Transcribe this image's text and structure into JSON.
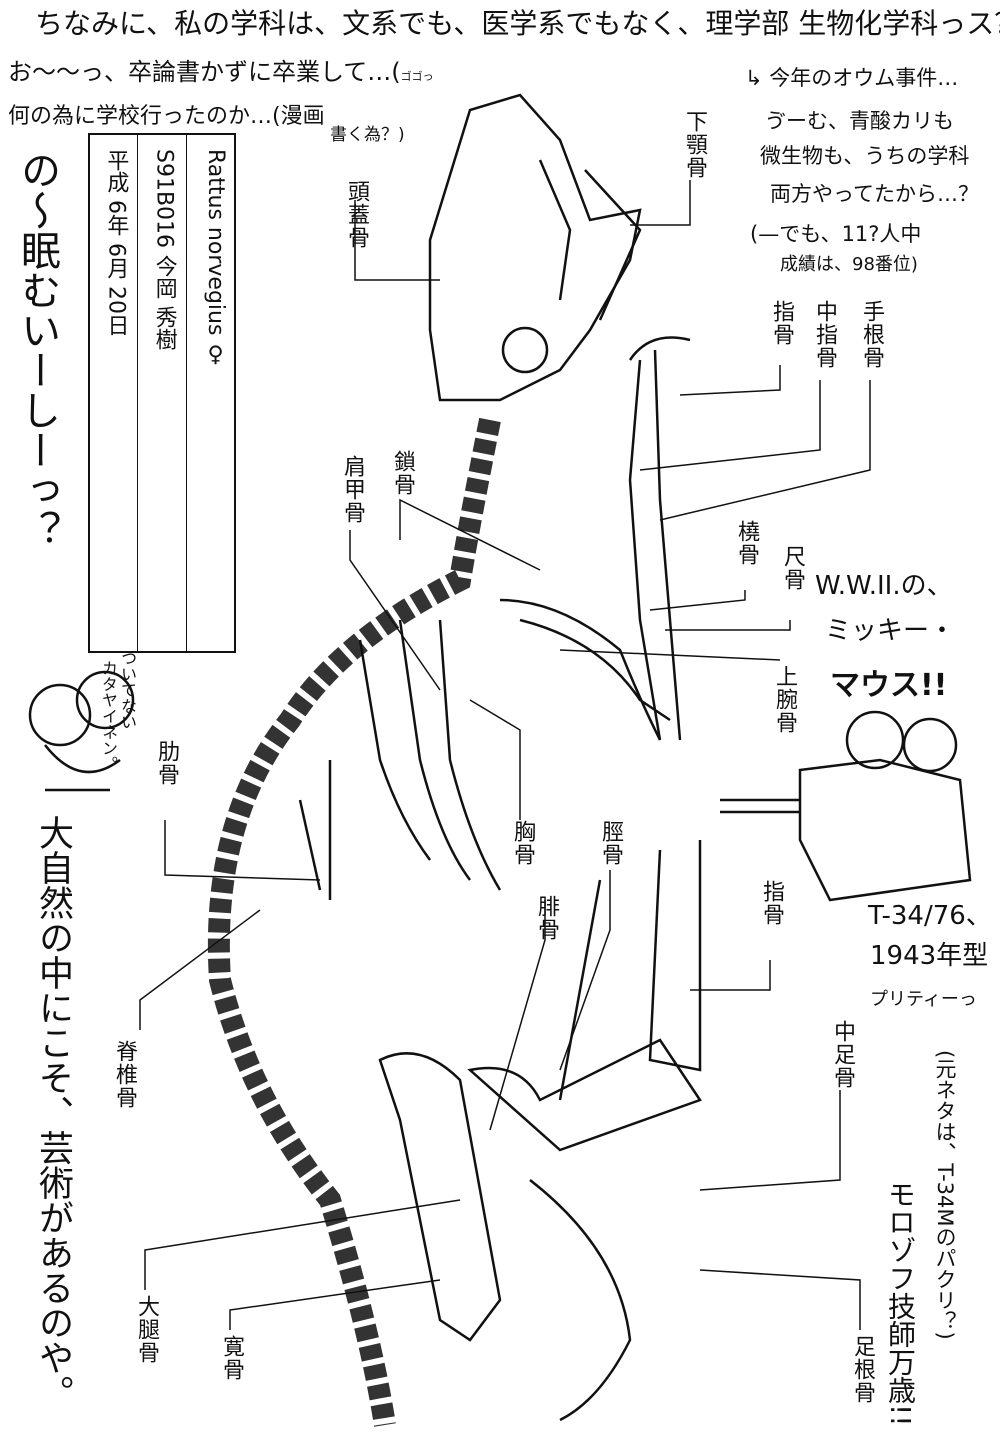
{
  "notes": {
    "top_line": "ちなみに、私の学科は、文系でも、医学系でもなく、理学部 生物化学科っス？",
    "line2": "お〜〜っ、卒論書かずに卒業して…(",
    "line2_small": "ゴゴっ",
    "line3": "何の為に学校行ったのか…(漫画",
    "line3b": "書く為？)",
    "aum": [
      "↳ 今年のオウム事件…",
      "ゔーむ、青酸カリも",
      "微生物も、うちの学科",
      "両方やってたから…？",
      "(—でも、11?人中",
      "成績は、98番位)"
    ],
    "sleepy": "の〜眠むいーしーっ？",
    "mouse_caption_1": "ついてない",
    "mouse_caption_2": "カタヤイネン。",
    "nature": "大自然の中にこそ、芸術があるのや。",
    "mickey": [
      "W.W.II.の、",
      "ミッキー・",
      "マウス!!"
    ],
    "tank": [
      "T-34/76、",
      "1943年型",
      "プリティーっ"
    ],
    "origin": "(元ネタは、T-34Mのパクリ？)",
    "morozov": "モロゾフ技師万歳!!"
  },
  "specimen_box": {
    "species": "Rattus norvegius  ♀",
    "id_name": "S91B016   今岡 秀樹",
    "date": "平成 6年 6月 20日"
  },
  "bone_labels": {
    "skull": "頭蓋骨",
    "mandible": "下顎骨",
    "phalanges_hand": "指骨",
    "metacarpal": "中指骨",
    "carpal": "手根骨",
    "scapula": "肩甲骨",
    "clavicle": "鎖骨",
    "radius": "橈骨",
    "ulna": "尺骨",
    "humerus": "上腕骨",
    "sternum": "胸骨",
    "rib": "肋骨",
    "vertebra": "脊椎骨",
    "fibula": "腓骨",
    "tibia": "脛骨",
    "phalanges_foot": "指骨",
    "metatarsal": "中足骨",
    "tarsal": "足根骨",
    "femur": "大腿骨",
    "hip": "寛骨"
  }
}
